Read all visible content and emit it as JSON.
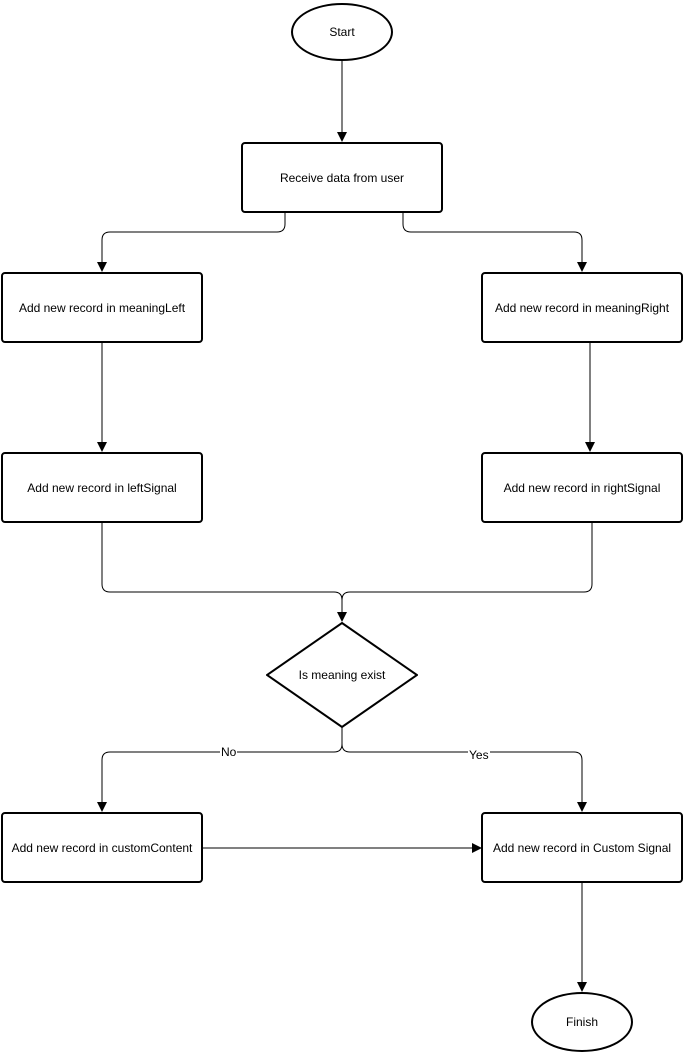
{
  "nodes": {
    "start": "Start",
    "receive": "Receive data from user",
    "meaning_left": "Add new record in meaningLeft",
    "meaning_right": "Add new record in meaningRight",
    "left_signal": "Add new record in leftSignal",
    "right_signal": "Add new record in rightSignal",
    "decision": "Is meaning exist",
    "custom_content": "Add new record in customContent",
    "custom_signal": "Add new record in Custom Signal",
    "finish": "Finish"
  },
  "edges": {
    "no_label": "No",
    "yes_label": "Yes"
  },
  "colors": {
    "stroke": "#000000",
    "fill": "#ffffff"
  }
}
